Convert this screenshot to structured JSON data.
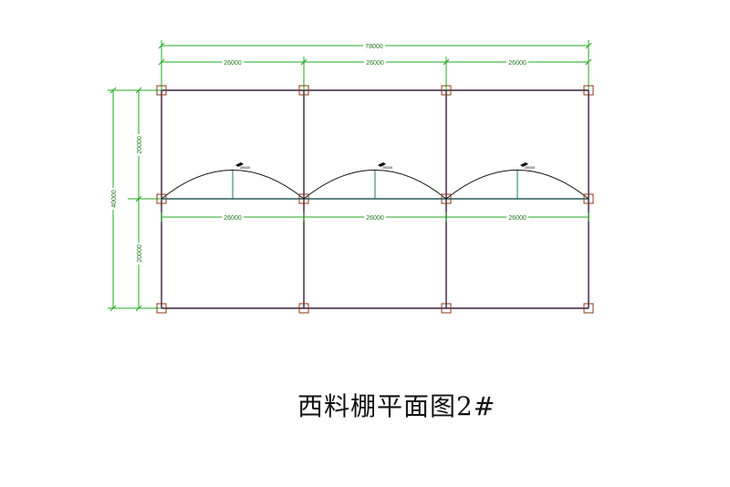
{
  "drawing": {
    "title": "西料棚平面图2#",
    "dimensions": {
      "overall_width": "78000",
      "bay_widths": [
        "26000",
        "26000",
        "26000"
      ],
      "middle_bay_widths": [
        "26000",
        "26000",
        "26000"
      ],
      "overall_depth": "40000",
      "half_depths": [
        "20000",
        "20000"
      ]
    },
    "arc_labels": [
      "28000",
      "28000",
      "28000"
    ],
    "colors": {
      "frame": "#3a1f3a",
      "dimension": "#22a822",
      "column": "#8b3a1a",
      "ridge": "#1a7a6a",
      "arc": "#111111"
    }
  }
}
